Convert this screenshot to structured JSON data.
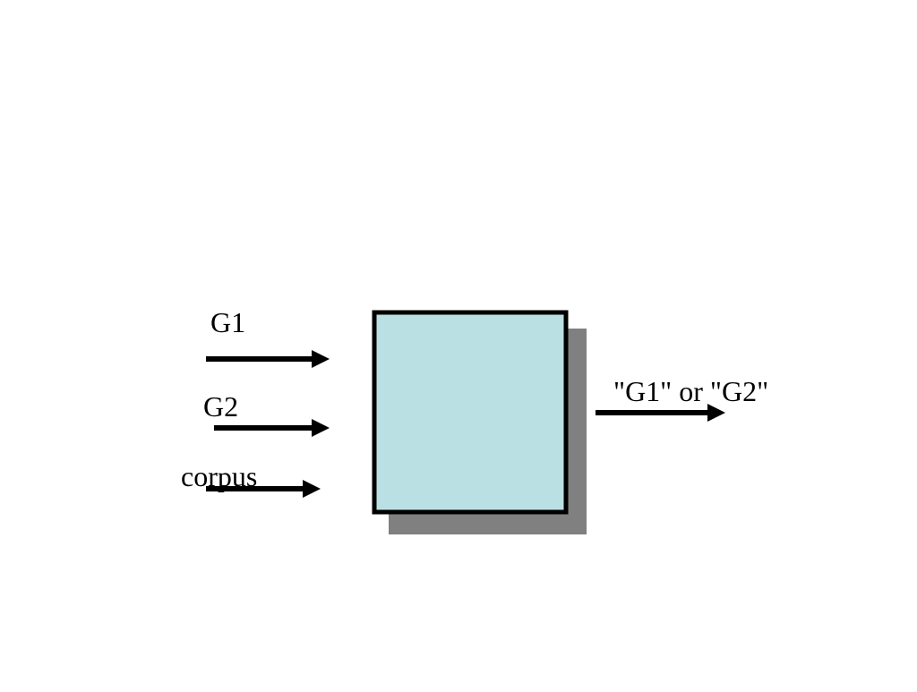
{
  "diagram": {
    "inputs": [
      {
        "label": "G1"
      },
      {
        "label": "G2"
      },
      {
        "label": "corpus"
      }
    ],
    "output": {
      "label": "\"G1\" or \"G2\""
    },
    "box": {
      "fill": "#bbe0e3",
      "border": "#000000",
      "shadow": "#808080"
    },
    "arrow_color": "#000000"
  }
}
